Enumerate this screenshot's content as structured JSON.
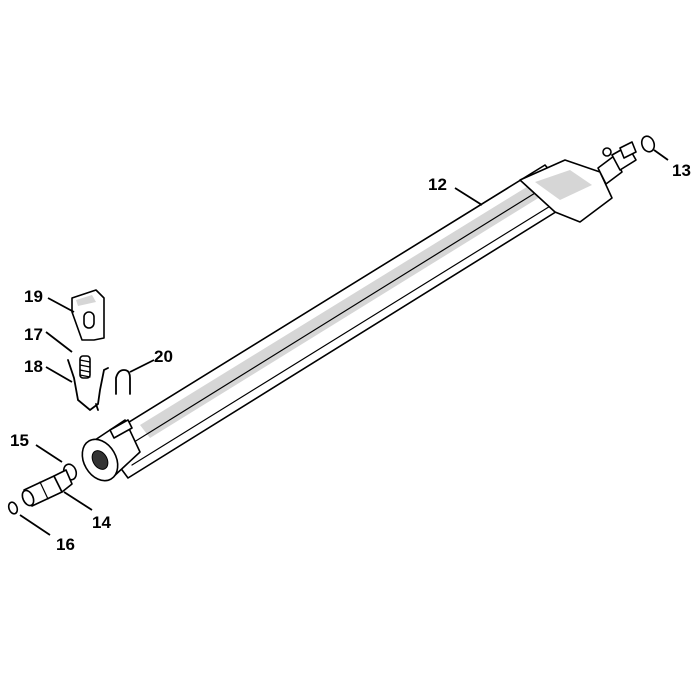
{
  "diagram": {
    "colors": {
      "line": "#000000",
      "fill": "#ffffff",
      "shade": "#d6d6d6"
    },
    "callouts": [
      {
        "id": "12",
        "label": "12"
      },
      {
        "id": "13",
        "label": "13"
      },
      {
        "id": "14",
        "label": "14"
      },
      {
        "id": "15",
        "label": "15"
      },
      {
        "id": "16",
        "label": "16"
      },
      {
        "id": "17",
        "label": "17"
      },
      {
        "id": "18",
        "label": "18"
      },
      {
        "id": "19",
        "label": "19"
      },
      {
        "id": "20",
        "label": "20"
      }
    ]
  }
}
